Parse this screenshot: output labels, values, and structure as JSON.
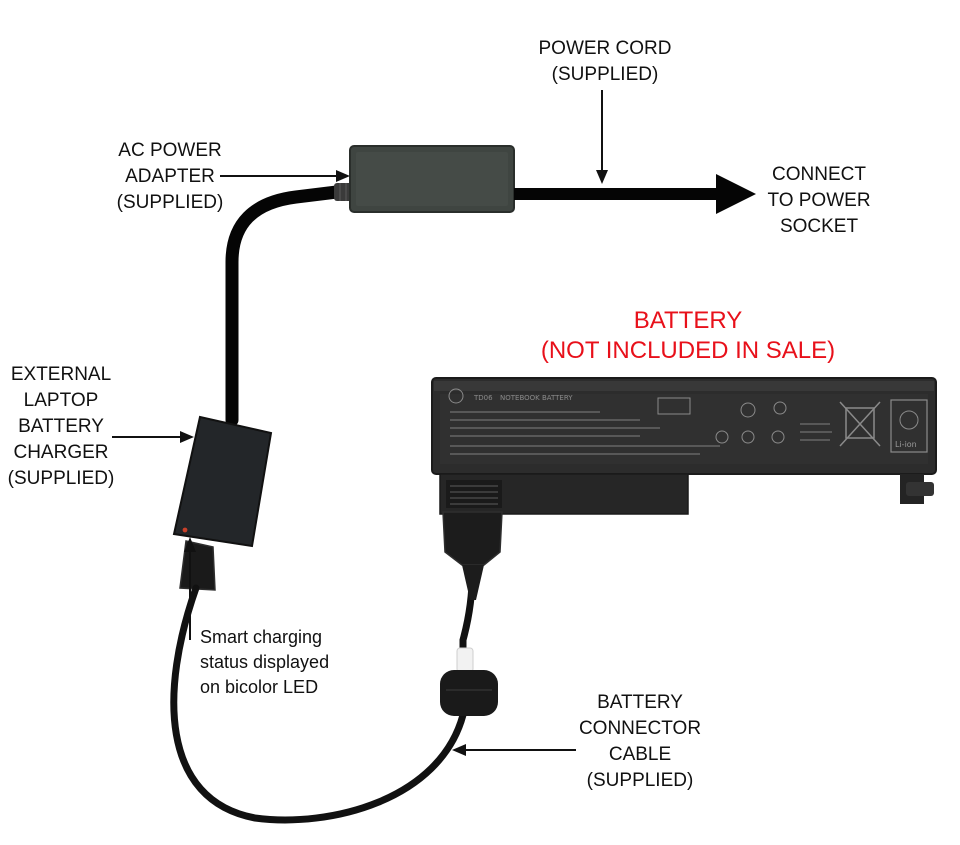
{
  "labels": {
    "power_cord": [
      "POWER CORD",
      "(SUPPLIED)"
    ],
    "ac_adapter": [
      "AC POWER",
      "ADAPTER",
      "(SUPPLIED)"
    ],
    "connect_socket": [
      "CONNECT",
      "TO POWER",
      "SOCKET"
    ],
    "battery": [
      "BATTERY",
      "(NOT INCLUDED IN SALE)"
    ],
    "external_charger": [
      "EXTERNAL",
      "LAPTOP",
      "BATTERY",
      "CHARGER",
      "(SUPPLIED)"
    ],
    "smart_charging": [
      "Smart charging",
      "status displayed",
      "on bicolor LED"
    ],
    "battery_cable": [
      "BATTERY",
      "CONNECTOR",
      "CABLE",
      "(SUPPLIED)"
    ]
  },
  "battery_print": {
    "model": "TD06",
    "type": "NOTEBOOK BATTERY",
    "chemistry": "Li-ion"
  },
  "colors": {
    "label_text": "#111111",
    "battery_heading": "#e8101a",
    "cable": "#050505",
    "adapter_body": "#3f4541",
    "charger_body": "#232629",
    "battery_body": "#2c2c2c"
  }
}
